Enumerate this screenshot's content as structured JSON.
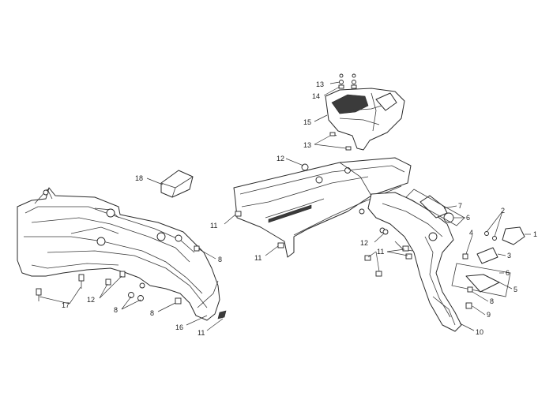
{
  "callouts": {
    "c1": "1",
    "c2": "2",
    "c3": "3",
    "c4": "4",
    "c5": "5",
    "c6a": "6",
    "c6b": "6",
    "c7": "7",
    "c8a": "8",
    "c8b": "8",
    "c8c": "8",
    "c8d": "8",
    "c9": "9",
    "c10": "10",
    "c11a": "11",
    "c11b": "11",
    "c11c": "11",
    "c11d": "11",
    "c12a": "12",
    "c12b": "12",
    "c12c": "12",
    "c13a": "13",
    "c13b": "13",
    "c14": "14",
    "c15": "15",
    "c16": "16",
    "c17": "17",
    "c18": "18"
  }
}
